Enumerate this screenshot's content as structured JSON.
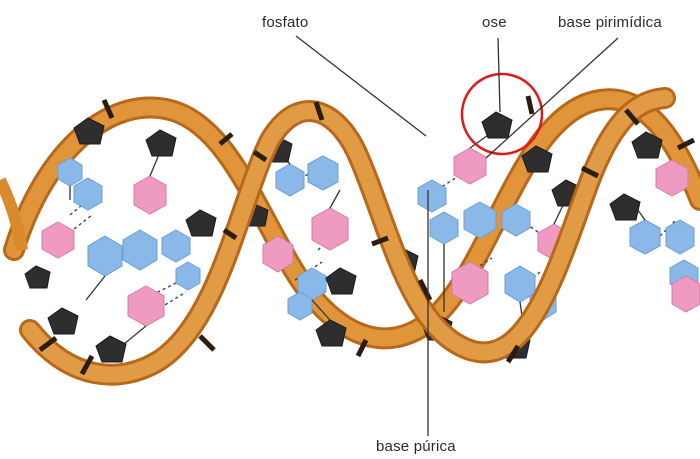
{
  "labels": {
    "phosphate": "fosfato",
    "sugar": "ose",
    "pyrimidine": "base pirimídica",
    "purine": "base púrica"
  },
  "colors": {
    "backbone": "#d98a2b",
    "backbone_edge": "#b8681a",
    "phosphate_band": "#2b1d12",
    "sugar": "#2e2e2e",
    "pyrimidine": "#8ab8e8",
    "purine": "#ef9ac0",
    "highlight": "#e01818",
    "leader_line": "#333333"
  }
}
